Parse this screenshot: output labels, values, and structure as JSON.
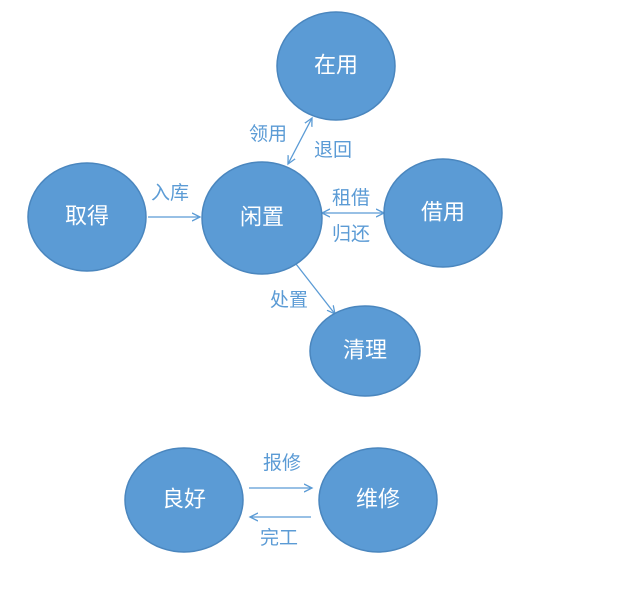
{
  "colors": {
    "node_fill": "#5b9bd5",
    "node_stroke": "#4a86be",
    "node_text": "#ffffff",
    "arrow": "#5b9bd5",
    "edge_label": "#5b9bd5"
  },
  "nodes": {
    "zaiyong": "在用",
    "qude": "取得",
    "xianzhi": "闲置",
    "jieyong": "借用",
    "qingli": "清理",
    "lianghao": "良好",
    "weixiu": "维修"
  },
  "edges": {
    "lingyong": "领用",
    "tuihui": "退回",
    "ruku": "入库",
    "zujie": "租借",
    "guihuan": "归还",
    "chuzhi": "处置",
    "baoxiu": "报修",
    "wangong": "完工"
  }
}
